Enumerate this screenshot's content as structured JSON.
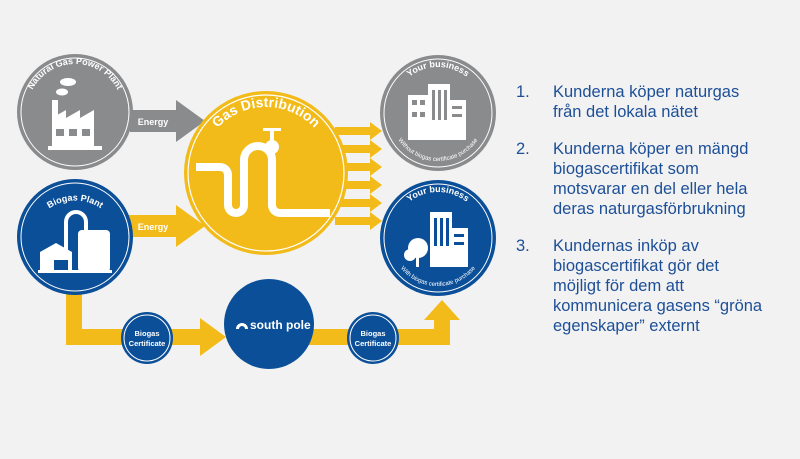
{
  "colors": {
    "gray": "#8a8b8d",
    "blue": "#0b4f99",
    "yellow": "#f2bb19",
    "text": "#1d4f97",
    "background": "#f2f2f2"
  },
  "diagram": {
    "natural_gas_plant": {
      "label": "Natural Gas Power Plant",
      "icon": "factory-icon"
    },
    "biogas_plant": {
      "label": "Biogas Plant",
      "icon": "biogas-plant-icon"
    },
    "energy_arrow_gray": "Energy",
    "energy_arrow_yellow": "Energy",
    "gas_distribution": {
      "label": "Gas Distribution",
      "icon": "pipeline-icon"
    },
    "business_without": {
      "title": "Your business",
      "caption": "Without biogas certificate purchase",
      "icon": "building-icon"
    },
    "business_with": {
      "title": "Your business",
      "caption": "With biogas certificate purchase",
      "icon": "building-trees-icon"
    },
    "certificate_1": {
      "line1": "Biogas",
      "line2": "Certificate"
    },
    "certificate_2": {
      "line1": "Biogas",
      "line2": "Certificate"
    },
    "south_pole": {
      "logo_text": "south pole"
    }
  },
  "steps": [
    {
      "number": "1.",
      "lines": [
        "Kunderna köper naturgas",
        "från det lokala nätet"
      ]
    },
    {
      "number": "2.",
      "lines": [
        "Kunderna köper en mängd",
        "biogascertifikat som",
        "motsvarar en del eller hela",
        "deras naturgasförbrukning"
      ]
    },
    {
      "number": "3.",
      "lines": [
        "Kundernas inköp av",
        "biogascertifikat gör det",
        "möjligt för dem att",
        "kommunicera gasens “gröna",
        "egenskaper” externt"
      ]
    }
  ]
}
